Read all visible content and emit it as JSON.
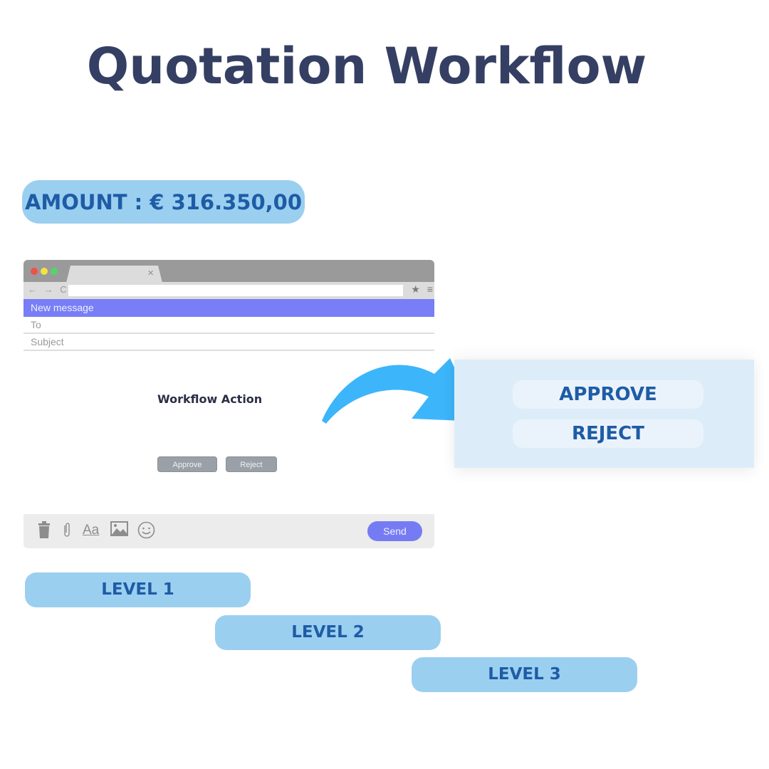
{
  "title": "Quotation Workflow",
  "amount": {
    "label": "AMOUNT : € 316.350,00",
    "currency": "€",
    "value": "316.350,00"
  },
  "email_mock": {
    "browser": {
      "window_controls": [
        "close-red",
        "minimize-yellow",
        "maximize-green"
      ],
      "tab_close": "×",
      "nav_icons": "← → C",
      "address_value": "",
      "toolbar_right": {
        "star": "★",
        "menu": "≡"
      }
    },
    "header": "New message",
    "fields": {
      "to_placeholder": "To",
      "subject_placeholder": "Subject"
    },
    "body": {
      "heading": "Workflow Action",
      "buttons": {
        "approve": "Approve",
        "reject": "Reject"
      }
    },
    "compose_bar": {
      "icons": {
        "trash": "trash-icon",
        "attach": "paperclip-icon",
        "font": "Aa",
        "image": "image-icon",
        "emoji": "emoji-icon"
      },
      "send_label": "Send"
    }
  },
  "action_panel": {
    "approve_label": "APPROVE",
    "reject_label": "REJECT"
  },
  "levels": [
    {
      "label": "LEVEL 1"
    },
    {
      "label": "LEVEL 2"
    },
    {
      "label": "LEVEL 3"
    }
  ],
  "colors": {
    "title": "#343f63",
    "pill_bg": "#9bcff0",
    "pill_text": "#1e5ca6",
    "email_header": "#777ef6",
    "arrow": "#3db5fa",
    "action_panel_bg": "#dcedf9"
  }
}
